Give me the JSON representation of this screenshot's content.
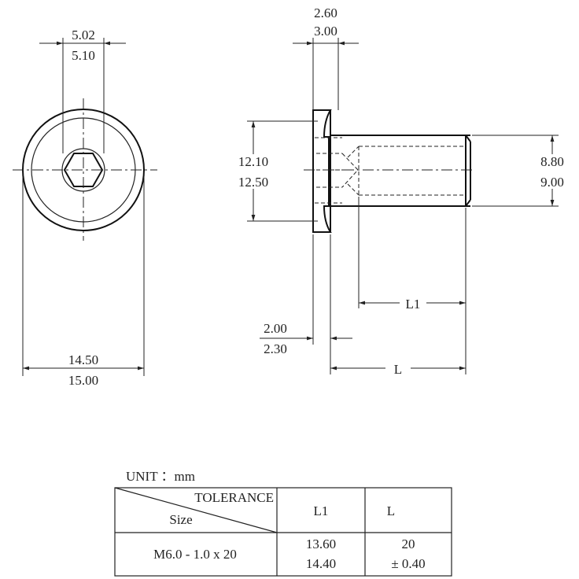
{
  "front_view": {
    "hex_dim_top": "5.02",
    "hex_dim_bottom": "5.10",
    "head_dia_top": "14.50",
    "head_dia_bottom": "15.00"
  },
  "side_view": {
    "head_height_top": "2.60",
    "head_height_bottom": "3.00",
    "shoulder_dia_top": "12.10",
    "shoulder_dia_bottom": "12.50",
    "thread_dia_top": "8.80",
    "thread_dia_bottom": "9.00",
    "flange_top": "2.00",
    "flange_bottom": "2.30",
    "l1_label": "L1",
    "l_label": "L"
  },
  "table": {
    "unit_label": "UNIT ：mm",
    "header_diag_top": "TOLERANCE",
    "header_diag_bottom": "Size",
    "col_l1": "L1",
    "col_l": "L",
    "row_size": "M6.0 - 1.0 x 20",
    "row_l1_top": "13.60",
    "row_l1_bottom": "14.40",
    "row_l_top": "20",
    "row_l_bottom": "± 0.40"
  }
}
